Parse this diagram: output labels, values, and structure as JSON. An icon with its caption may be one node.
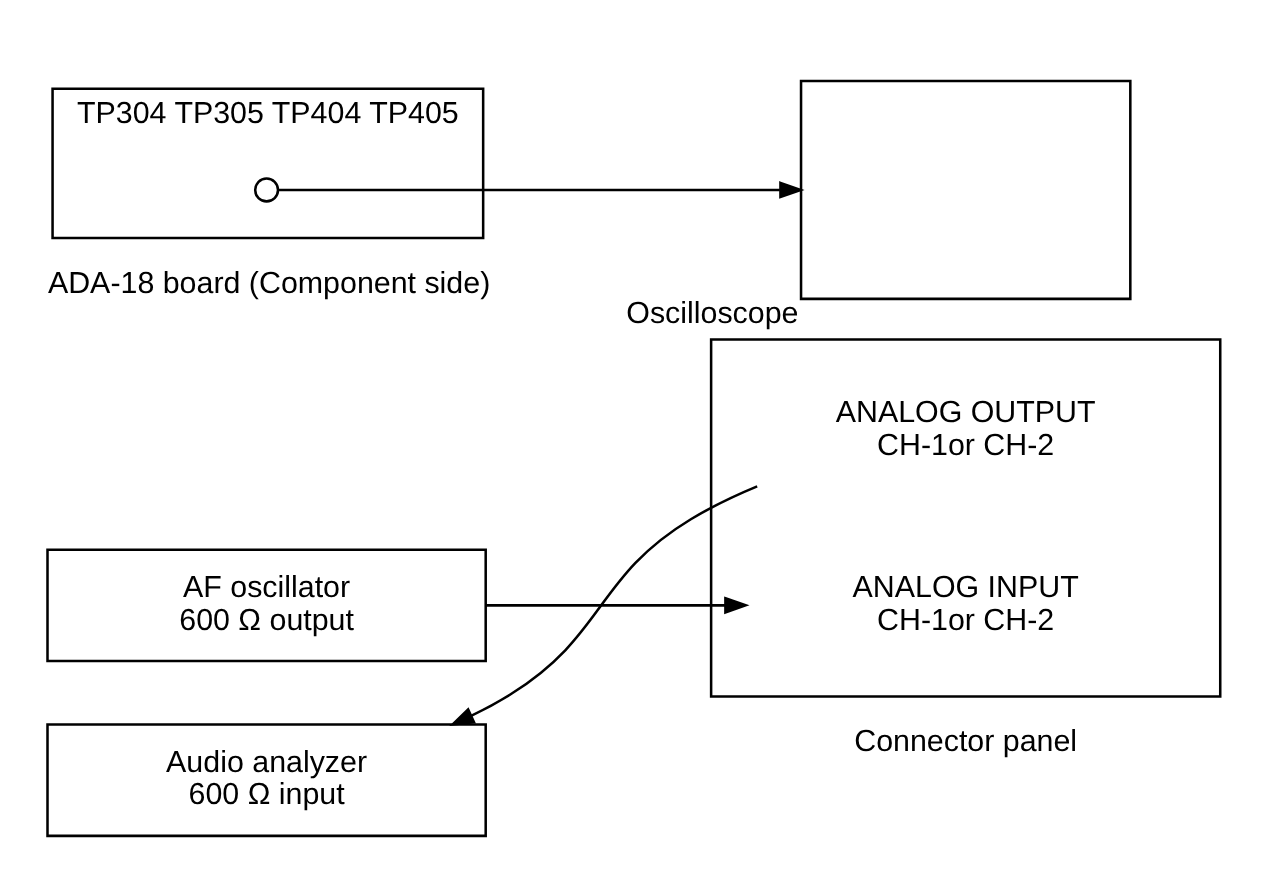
{
  "diagram": {
    "nodes": [
      {
        "text": [
          "AF oscillator",
          "600 Ω output"
        ]
      },
      {
        "text": [
          "Audio analyzer",
          "600 Ω input"
        ]
      },
      {
        "text": [],
        "shape": "box",
        "beside": [
          "Connector panel"
        ]
      },
      {
        "text": [
          "ANALOG INPUT",
          "CH-1or CH-2"
        ],
        "in": 2
      },
      {
        "text": [
          "ANALOG OUTPUT",
          "CH-1or CH-2"
        ],
        "in": 2
      },
      {
        "text": [
          "TP304 TP305 TP404 TP405"
        ],
        "beside": [
          "ADA-18 board (Component side)"
        ]
      },
      {
        "text": [],
        "shape": "circle",
        "in": 5
      },
      {
        "text": [],
        "shape": "box",
        "beside": [
          "Oscilloscope"
        ]
      }
    ],
    "edges": [
      {
        "from": 0,
        "to": 3,
        "arrow": "to"
      },
      {
        "from": 4,
        "to": 1,
        "arrow": "to"
      },
      {
        "from": 6,
        "to": 7,
        "arrow": "to"
      }
    ]
  }
}
